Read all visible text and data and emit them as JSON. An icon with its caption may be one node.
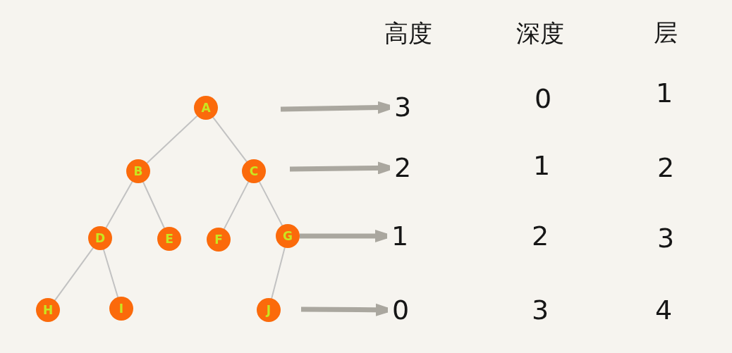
{
  "diagram": {
    "nodes": [
      {
        "text": [
          "A"
        ]
      },
      {
        "text": [
          "B"
        ]
      },
      {
        "text": [
          "C"
        ]
      },
      {
        "text": [
          "D"
        ]
      },
      {
        "text": [
          "E"
        ]
      },
      {
        "text": [
          "F"
        ]
      },
      {
        "text": [
          "G"
        ]
      },
      {
        "text": [
          "H"
        ]
      },
      {
        "text": [
          "I"
        ]
      },
      {
        "text": [
          "J"
        ]
      },
      {
        "text": [
          "3"
        ]
      },
      {
        "text": [
          "2"
        ]
      },
      {
        "text": [
          "1"
        ]
      },
      {
        "text": [
          "0"
        ]
      }
    ],
    "edges": [
      {
        "from": 0,
        "to": 1,
        "arrow": "none"
      },
      {
        "from": 0,
        "to": 2,
        "arrow": "none"
      },
      {
        "from": 1,
        "to": 3,
        "arrow": "none"
      },
      {
        "from": 1,
        "to": 4,
        "arrow": "none"
      },
      {
        "from": 2,
        "to": 5,
        "arrow": "none"
      },
      {
        "from": 2,
        "to": 6,
        "arrow": "none"
      },
      {
        "from": 3,
        "to": 7,
        "arrow": "none"
      },
      {
        "from": 3,
        "to": 8,
        "arrow": "none"
      },
      {
        "from": 6,
        "to": 9,
        "arrow": "none"
      },
      {
        "from": null,
        "to": 10,
        "arrow": "to",
        "style": "thick",
        "color": "#aaa79f"
      },
      {
        "from": null,
        "to": 11,
        "arrow": "to",
        "style": "thick",
        "color": "#aaa79f"
      },
      {
        "from": 6,
        "to": 12,
        "arrow": "to",
        "style": "thick",
        "color": "#aaa79f"
      },
      {
        "from": null,
        "to": 13,
        "arrow": "to",
        "style": "thick",
        "color": "#aaa79f"
      }
    ],
    "labels": [
      "高度",
      "深度",
      "层",
      "0",
      "1",
      "1",
      "2",
      "2",
      "3",
      "3",
      "4"
    ]
  }
}
